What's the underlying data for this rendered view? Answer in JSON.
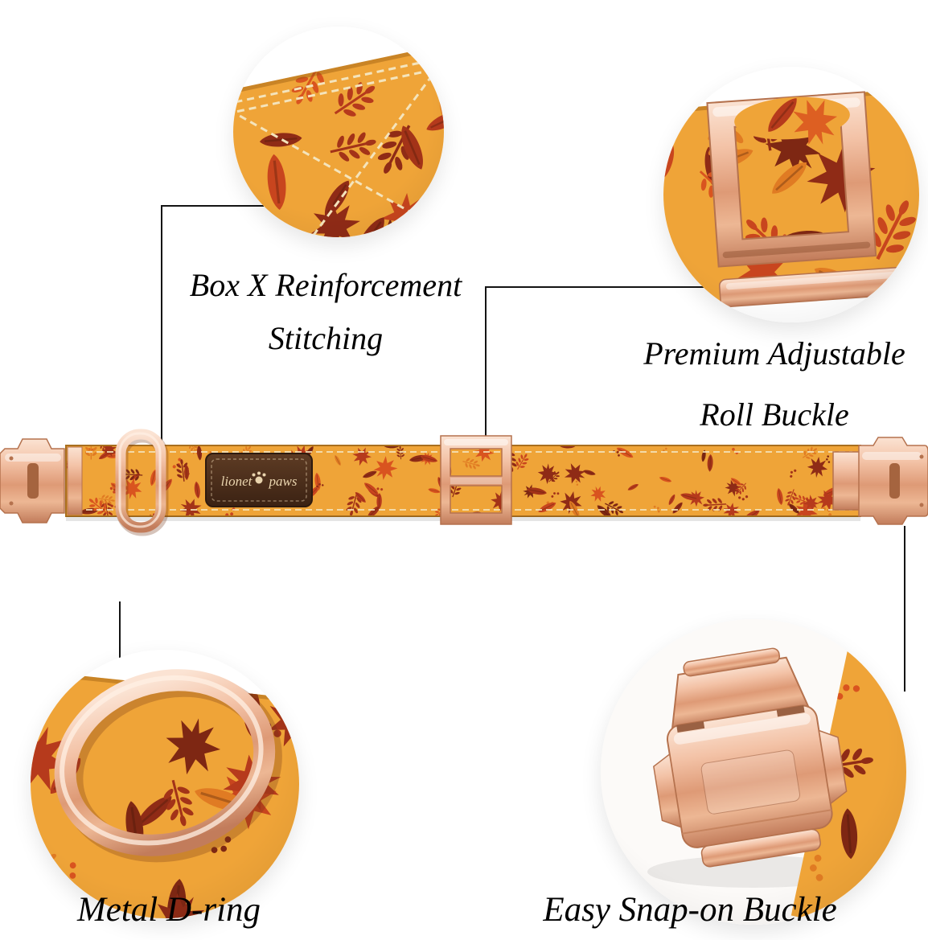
{
  "features": [
    {
      "id": "box-x-stitching",
      "lines": [
        "Box X Reinforcement",
        "Stitching"
      ]
    },
    {
      "id": "roll-buckle",
      "lines": [
        "Premium Adjustable",
        "Roll Buckle"
      ]
    },
    {
      "id": "metal-d-ring",
      "lines": [
        "Metal D-ring"
      ]
    },
    {
      "id": "snap-on-buckle",
      "lines": [
        "Easy Snap-on Buckle"
      ]
    }
  ],
  "collar": {
    "tag": {
      "left": "lionet",
      "right": "paws"
    }
  },
  "colors": {
    "fabric_base": "#EFA438",
    "rose_gold": "#E8AE8C",
    "leaf_orange": "#DD5F22",
    "leaf_red": "#B63A1C",
    "leaf_dark_red": "#8F2B16",
    "stitch_thread": "#F4E4BC",
    "connector_line": "#141414",
    "background": "#FFFFFF"
  }
}
